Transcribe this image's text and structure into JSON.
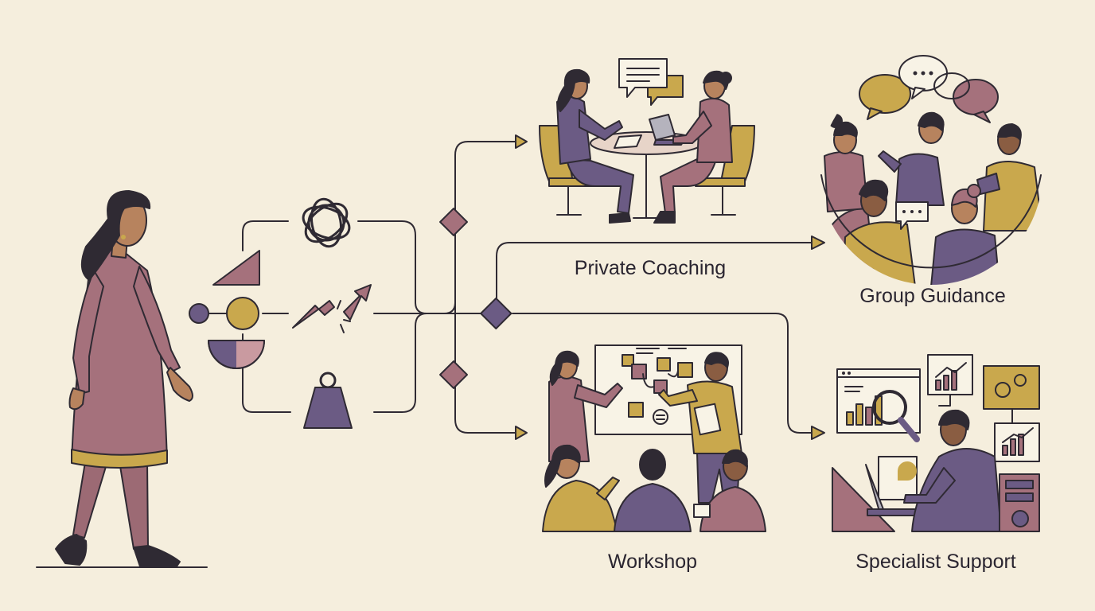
{
  "colors": {
    "background": "#f5eedd",
    "ink": "#2f2a33",
    "rose": "#a5717c",
    "mustard": "#c9a84d",
    "plum": "#6b5b84",
    "skin": "#b7835e"
  },
  "icons": [
    "knot-icon",
    "broken-arrow-icon",
    "weight-icon",
    "decision-diamond-icon",
    "shapes-icon"
  ],
  "options": [
    {
      "id": "private-coaching",
      "label": "Private Coaching"
    },
    {
      "id": "group-guidance",
      "label": "Group Guidance"
    },
    {
      "id": "workshop",
      "label": "Workshop"
    },
    {
      "id": "specialist-support",
      "label": "Specialist Support"
    }
  ]
}
